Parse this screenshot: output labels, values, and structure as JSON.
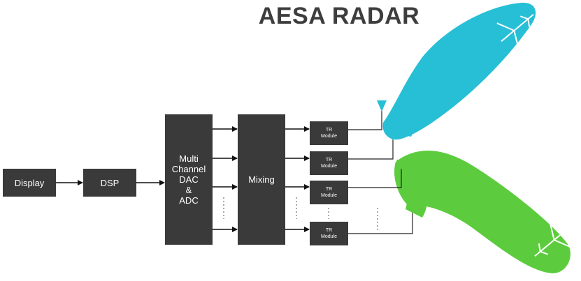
{
  "diagram": {
    "title": "AESA RADAR",
    "blocks": {
      "display": "Display",
      "dsp": "DSP",
      "dac_lines": [
        "Multi",
        "Channel",
        "DAC",
        "&",
        "ADC"
      ],
      "mixing": "Mixing"
    },
    "tr_modules": [
      {
        "line1": "TR",
        "line2": "Module"
      },
      {
        "line1": "TR",
        "line2": "Module"
      },
      {
        "line1": "TR",
        "line2": "Module"
      },
      {
        "line1": "TR",
        "line2": "Module"
      }
    ],
    "colors": {
      "block": "#3a3a3a",
      "title": "#3d3d3d",
      "beam_top": "#26bfd6",
      "beam_bottom": "#5ccc3e",
      "antenna": "#26bfd6",
      "line": "#222222"
    },
    "icons": [
      "airplane-icon",
      "airplane-icon",
      "antenna-icon"
    ]
  }
}
